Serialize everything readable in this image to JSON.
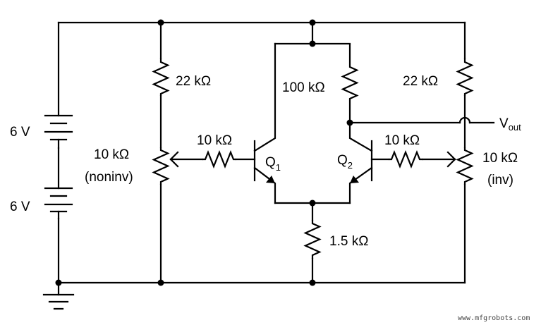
{
  "battery_top": "6 V",
  "battery_bottom": "6 V",
  "r_top_left": "22 kΩ",
  "pot_left": {
    "value": "10 kΩ",
    "note": "(noninv)"
  },
  "r_base_left": "10 kΩ",
  "q1": {
    "letter": "Q",
    "num": "1"
  },
  "r_collector": "100 kΩ",
  "r_top_right": "22 kΩ",
  "vout": {
    "main": "V",
    "sub": "out"
  },
  "q2": {
    "letter": "Q",
    "num": "2"
  },
  "r_base_right": "10 kΩ",
  "pot_right": {
    "value": "10 kΩ",
    "note": "(inv)"
  },
  "r_emitter": "1.5 kΩ",
  "watermark": "www.mfgrobots.com"
}
